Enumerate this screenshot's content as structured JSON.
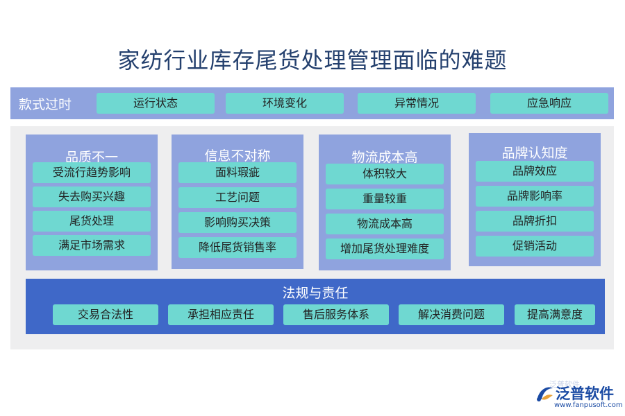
{
  "title": "家纺行业库存尾货处理管理面临的难题",
  "top_band": {
    "label": "款式过时",
    "items": [
      "运行状态",
      "环境变化",
      "异常情况",
      "应急响应"
    ]
  },
  "columns": [
    {
      "title": "品质不一",
      "items": [
        "受流行趋势影响",
        "失去购买兴趣",
        "尾货处理",
        "满足市场需求"
      ]
    },
    {
      "title": "信息不对称",
      "items": [
        "面料瑕疵",
        "工艺问题",
        "影响购买决策",
        "降低尾货销售率"
      ]
    },
    {
      "title": "物流成本高",
      "items": [
        "体积较大",
        "重量较重",
        "物流成本高",
        "增加尾货处理难度"
      ]
    },
    {
      "title": "品牌认知度",
      "items": [
        "品牌效应",
        "品牌影响率",
        "品牌折扣",
        "促销活动"
      ]
    }
  ],
  "law": {
    "title": "法规与责任",
    "items": [
      "交易合法性",
      "承担相应责任",
      "售后服务体系",
      "解决消费问题",
      "提高满意度"
    ]
  },
  "watermark": "泛普软件",
  "logo": {
    "name": "泛普软件",
    "url": "www.fanpusoft.com"
  },
  "colors": {
    "band": "#8fa3de",
    "pill": "#6fd8d1",
    "law": "#3f68c8",
    "title": "#24406e"
  }
}
